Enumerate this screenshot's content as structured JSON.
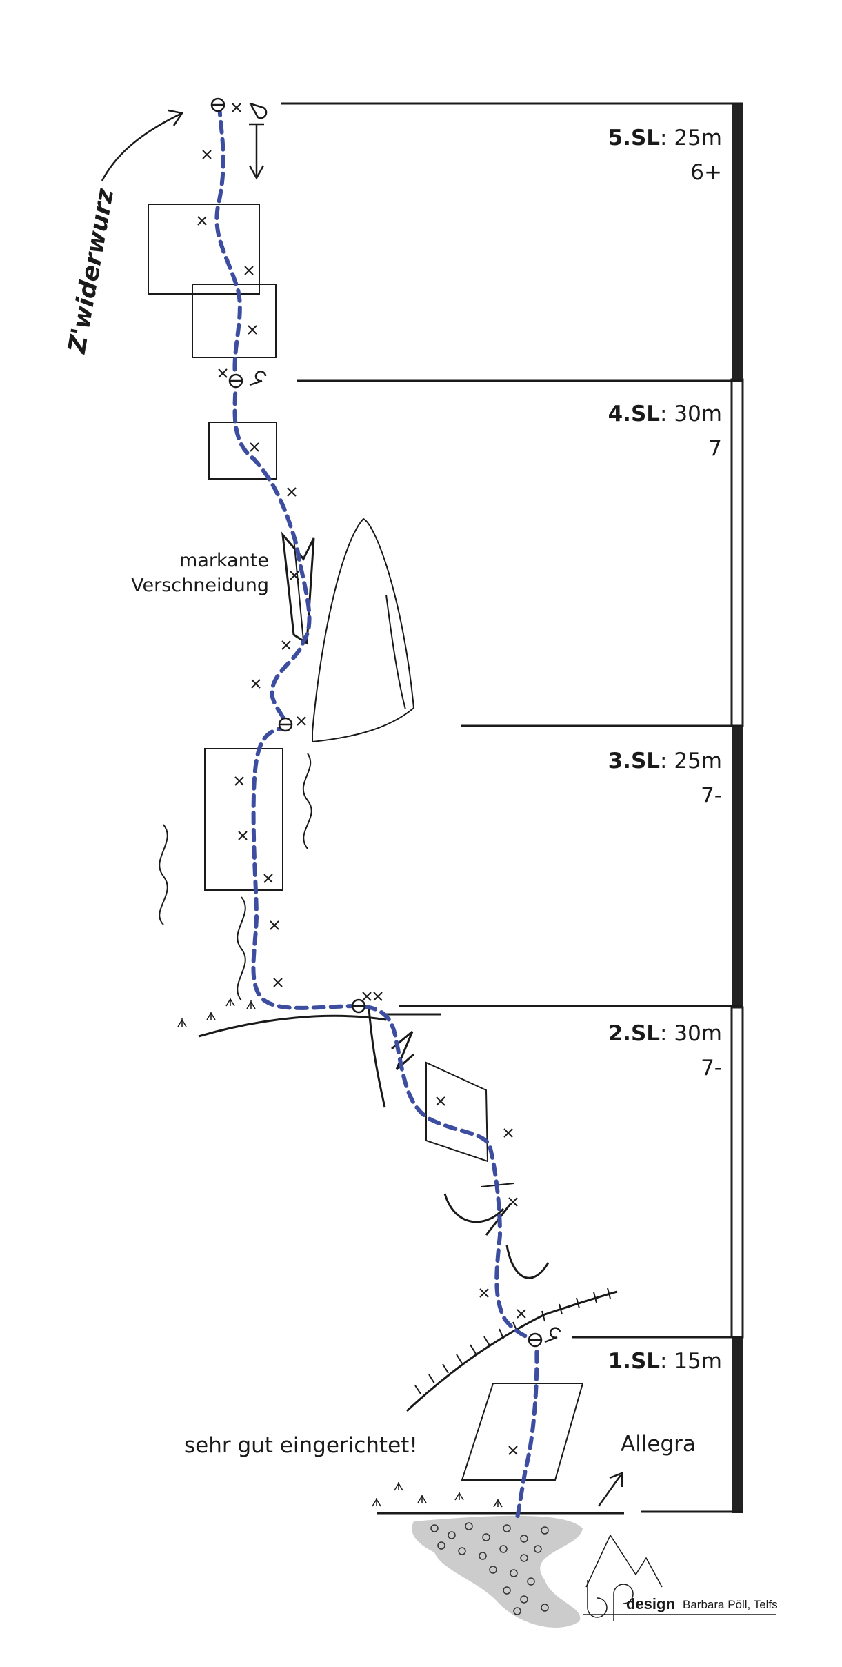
{
  "pitches": [
    {
      "number": "5.SL",
      "length": "25m",
      "grade": "6+"
    },
    {
      "number": "4.SL",
      "length": "30m",
      "grade": "7"
    },
    {
      "number": "3.SL",
      "length": "25m",
      "grade": "7-"
    },
    {
      "number": "2.SL",
      "length": "30m",
      "grade": "7-"
    },
    {
      "number": "1.SL",
      "length": "15m",
      "grade": ""
    }
  ],
  "annotations": {
    "route_name": "Z'widerwurz",
    "feature_line1": "markante",
    "feature_line2": "Verschneidung",
    "comment": "sehr gut eingerichtet!",
    "neighbor_route": "Allegra"
  },
  "logo": {
    "mark": "bp",
    "word": "design",
    "author": "Barbara Pöll, Telfs"
  },
  "colors": {
    "route_line": "#3d4ea0",
    "ink": "#1a1a1a",
    "scree": "#cccccc",
    "bar": "#222222"
  }
}
